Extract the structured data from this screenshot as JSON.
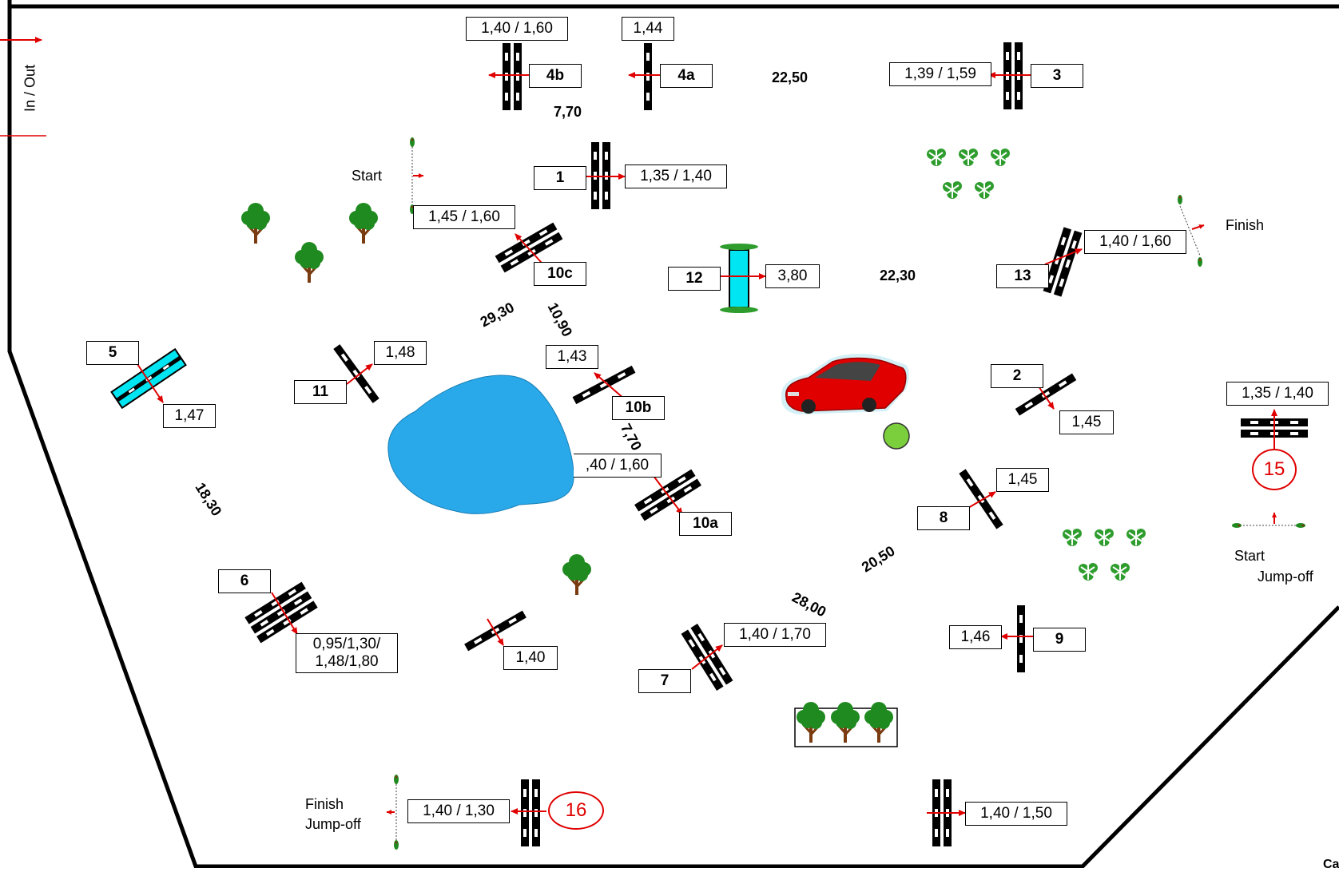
{
  "arena": {
    "in_out": "In / Out",
    "partial_corner_text": "Ca"
  },
  "start": "Start",
  "finish": "Finish",
  "start_jumpoff": [
    "Start",
    "Jump-off"
  ],
  "finish_jumpoff": [
    "Finish",
    "Jump-off"
  ],
  "obstacles": {
    "o1": {
      "number": "1",
      "height": "1,35 / 1,40"
    },
    "o2": {
      "number": "2",
      "height": "1,45"
    },
    "o3": {
      "number": "3",
      "height": "1,39 / 1,59"
    },
    "o4a": {
      "number": "4a",
      "height": "1,44"
    },
    "o4b": {
      "number": "4b",
      "height": "1,40 / 1,60"
    },
    "o5": {
      "number": "5",
      "height": "1,47"
    },
    "o6": {
      "number": "6",
      "height_line1": "0,95/1,30/",
      "height_line2": "1,48/1,80"
    },
    "o7": {
      "number": "7",
      "height": "1,40 / 1,70"
    },
    "o8": {
      "number": "8",
      "height": "1,45"
    },
    "o9": {
      "number": "9",
      "height": "1,46"
    },
    "o10a": {
      "number": "10a",
      "height": ",40 / 1,60"
    },
    "o10b": {
      "number": "10b",
      "height": "1,43"
    },
    "o10c": {
      "number": "10c",
      "height": "1,45 / 1,60"
    },
    "o11": {
      "number": "11",
      "height": "1,48"
    },
    "o12": {
      "number": "12",
      "height": "3,80"
    },
    "o13": {
      "number": "13",
      "height": "1,40 / 1,60"
    },
    "o15": {
      "number": "15",
      "height": "1,35 / 1,40"
    },
    "o16": {
      "number": "16",
      "height": "1,40 / 1,30"
    },
    "unnumbered_a": {
      "height": "1,40"
    },
    "unnumbered_b": {
      "height": "1,40 / 1,50"
    }
  },
  "distances": {
    "d1": "7,70",
    "d2": "22,50",
    "d3": "22,30",
    "d4": "29,30",
    "d5": "10,90",
    "d6": "7,70",
    "d7": "18,30",
    "d8": "20,50",
    "d9": "28,00"
  },
  "colors": {
    "arrow": "#e00000",
    "water": "#29a9ea",
    "water_jump": "#00e5f2",
    "tree": "#1f8a1f",
    "car": "#e00000",
    "ball": "#7ccf3c"
  }
}
